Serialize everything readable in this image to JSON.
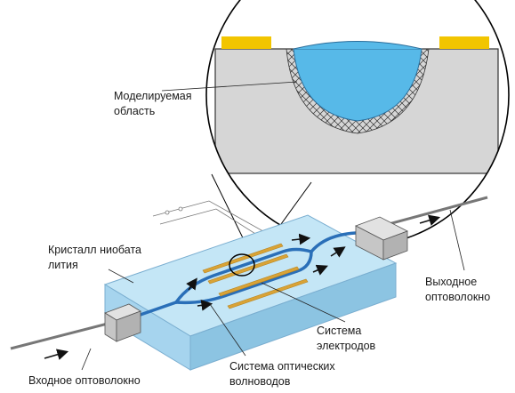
{
  "labels": {
    "modeled_region": [
      "Моделируемая",
      "область"
    ],
    "crystal": [
      "Кристалл ниобата",
      "лития"
    ],
    "output_fiber": [
      "Выходное",
      "оптоволокно"
    ],
    "input_fiber": [
      "Входное оптоволокно"
    ],
    "electrodes": [
      "Система",
      "электродов"
    ],
    "waveguides": [
      "Система оптических",
      "волноводов"
    ]
  },
  "colors": {
    "crystal_top": "#c4e6f6",
    "crystal_front": "#a6d4ee",
    "crystal_side": "#8cc4e2",
    "waveguide": "#2a6fb8",
    "electrode": "#d9a336",
    "mode_region": "#57b9e8",
    "zoom_substrate": "#d6d6d6",
    "electrode_zoom": "#f2c500",
    "fiber": "#777777",
    "holder": "#cfcfcf"
  }
}
